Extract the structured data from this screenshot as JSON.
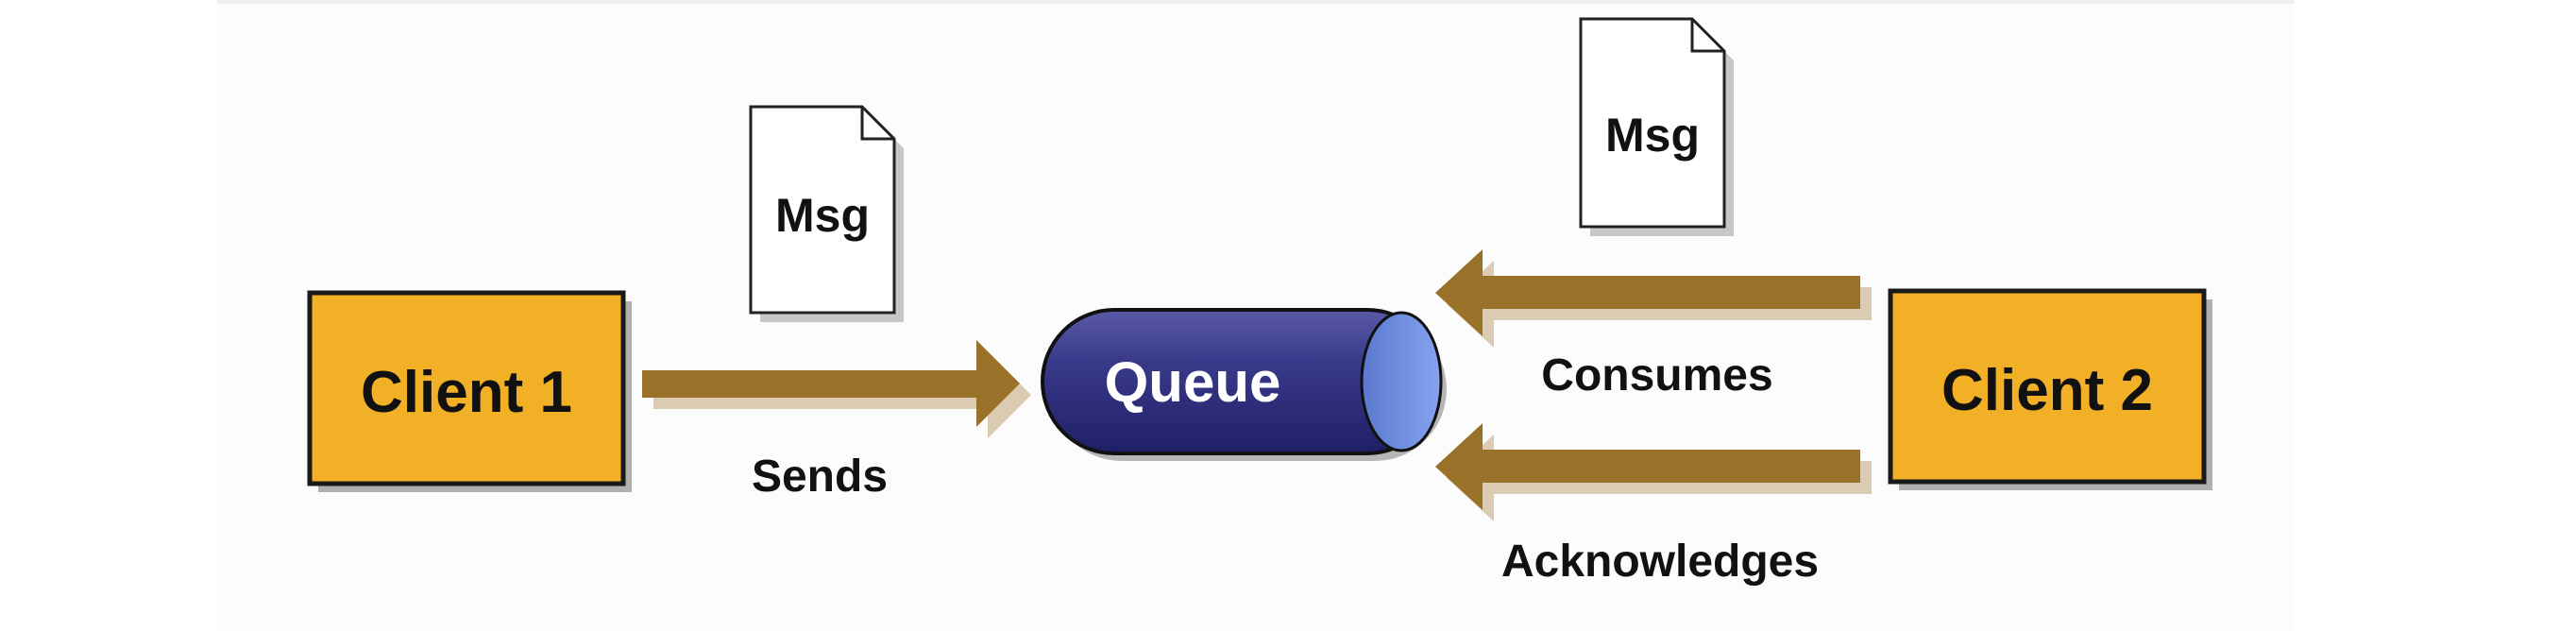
{
  "nodes": {
    "client1": "Client 1",
    "queue": "Queue",
    "client2": "Client 2"
  },
  "messages": {
    "sent": "Msg",
    "consumed": "Msg"
  },
  "edges": {
    "sends": "Sends",
    "consumes": "Consumes",
    "acknowledges": "Acknowledges"
  },
  "colors": {
    "client_fill": "#f2b027",
    "client_border": "#1a1a1a",
    "queue_body": "#2c2c7a",
    "queue_cap": "#6f8fe0",
    "arrow": "#9a7128",
    "msg_paper": "#ffffff"
  }
}
